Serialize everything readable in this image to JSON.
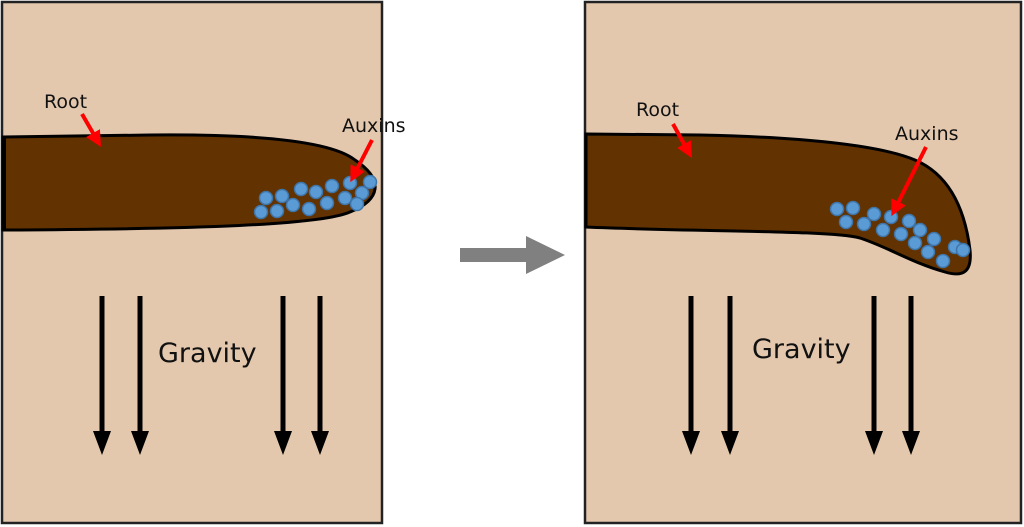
{
  "colors": {
    "soil": "#e3c8ae",
    "root": "#623200",
    "outline": "#111111",
    "auxin_fill": "#5a9bd5",
    "auxin_stroke": "#3f74a8",
    "pointer_arrow": "#ff0000",
    "transition_arrow": "#808080",
    "gravity_arrow": "#000000"
  },
  "panels": [
    {
      "id": "before",
      "root_label": "Root",
      "auxin_label": "Auxins",
      "gravity_label": "Gravity",
      "auxin_count": 15,
      "root_state": "straight"
    },
    {
      "id": "after",
      "root_label": "Root",
      "auxin_label": "Auxins",
      "gravity_label": "Gravity",
      "auxin_count": 16,
      "root_state": "bent downward"
    }
  ],
  "transition": {
    "icon": "arrow-right-icon"
  },
  "gravity_arrows_per_panel": 4
}
